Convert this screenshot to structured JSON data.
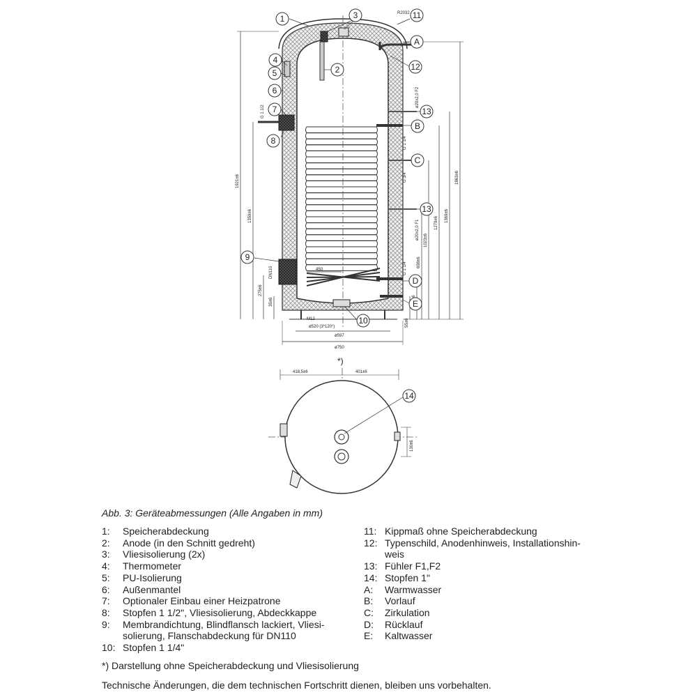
{
  "callouts": {
    "c1": "1",
    "c2": "2",
    "c3": "3",
    "c4": "4",
    "c5": "5",
    "c6": "6",
    "c7": "7",
    "c8": "8",
    "c9": "9",
    "c10": "10",
    "c11": "11",
    "c12": "12",
    "c13": "13",
    "c14": "14",
    "cA": "A",
    "cB": "B",
    "cC": "C",
    "cD": "D",
    "cE": "E"
  },
  "dimensions": {
    "d_r2032": "R2032",
    "d_1921": "1921±6",
    "d_1359": "1359±6",
    "d_275": "275±6",
    "d_35": "35±6",
    "d_1863": "1863±6",
    "d_1369": "1369±6",
    "d_1279": "1279±6",
    "d_1023": "1023±6",
    "d_698": "698±6",
    "d_220": "220±6",
    "d_55": "55±6",
    "d_450": "450",
    "d_m12": "M12",
    "d_520": "ø520 (3*120°)",
    "d_597": "ø597",
    "d_750": "ø750",
    "d_dn110": "DN110",
    "d_f2": "ø20x2,0 F2",
    "d_f1": "ø20x2,0 F1",
    "d_g1_1_4": "G 1 1/4",
    "d_g3_4": "G 3/4",
    "d_g1_1_4b": "G 1 1/4",
    "d_g1_1_2": "G 1 1/2",
    "d_418": "418,5±6",
    "d_401": "401±6",
    "d_130": "130±6",
    "asterisk": "*)"
  },
  "caption": "Abb. 3: Geräteabmessungen (Alle Angaben in mm)",
  "legend_left": [
    {
      "key": "1:",
      "text": "Speicherabdeckung"
    },
    {
      "key": "2:",
      "text": "Anode (in den Schnitt gedreht)"
    },
    {
      "key": "3:",
      "text": "Vliesisolierung (2x)"
    },
    {
      "key": "4:",
      "text": "Thermometer"
    },
    {
      "key": "5:",
      "text": "PU-Isolierung"
    },
    {
      "key": "6:",
      "text": "Außenmantel"
    },
    {
      "key": "7:",
      "text": "Optionaler Einbau einer Heizpatrone"
    },
    {
      "key": "8:",
      "text": "Stopfen 1 1/2\", Vliesisolierung, Abdeckkappe"
    },
    {
      "key": "9:",
      "text": "Membrandichtung, Blindflansch lackiert, Vliesi-"
    },
    {
      "key": "",
      "text": "solierung, Flanschabdeckung für DN110"
    },
    {
      "key": "10:",
      "text": "Stopfen 1 1/4\""
    }
  ],
  "legend_right": [
    {
      "key": "11:",
      "text": "Kippmaß ohne Speicherabdeckung"
    },
    {
      "key": "12:",
      "text": "Typenschild, Anodenhinweis, Installationshin-"
    },
    {
      "key": "",
      "text": "weis"
    },
    {
      "key": "13:",
      "text": "Fühler F1,F2"
    },
    {
      "key": "14:",
      "text": "Stopfen 1\""
    },
    {
      "key": "A:",
      "text": "Warmwasser"
    },
    {
      "key": "B:",
      "text": "Vorlauf"
    },
    {
      "key": "C:",
      "text": "Zirkulation"
    },
    {
      "key": "D:",
      "text": "Rücklauf"
    },
    {
      "key": "E:",
      "text": "Kaltwasser"
    }
  ],
  "footnote": "*) Darstellung ohne Speicherabdeckung und Vliesisolierung",
  "note": "Technische Änderungen, die dem technischen Fortschritt dienen, bleiben uns vorbehalten."
}
